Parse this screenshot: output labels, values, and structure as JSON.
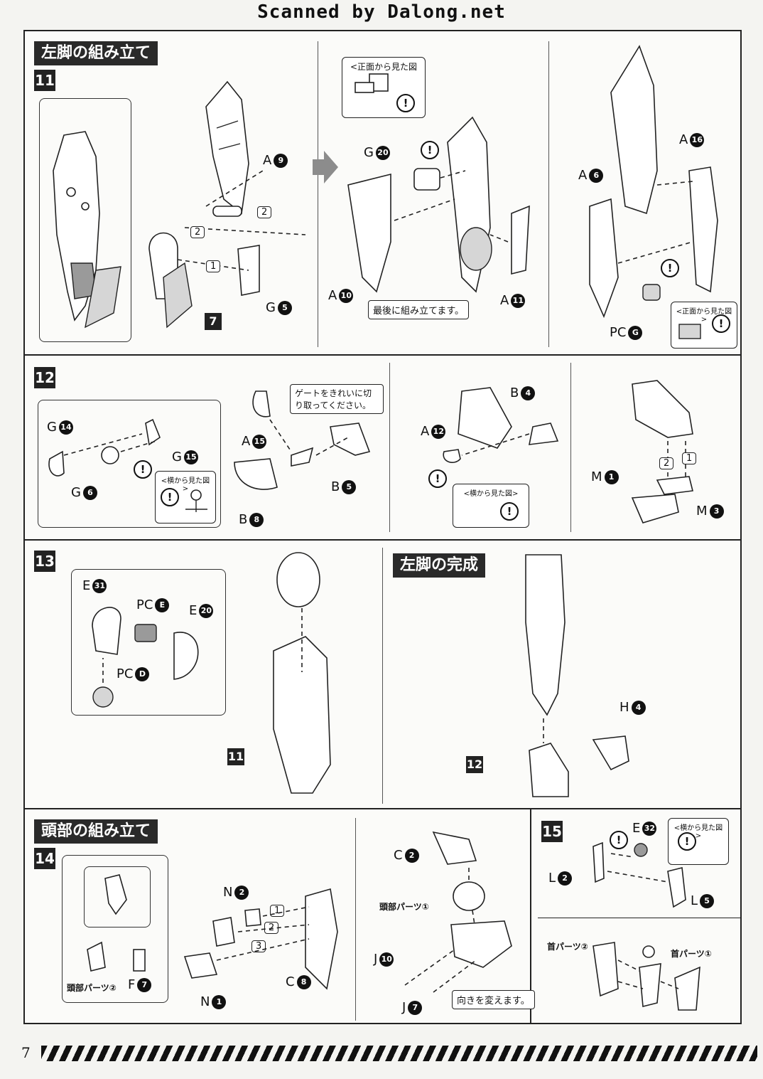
{
  "scan_credit": "Scanned by Dalong.net",
  "page_number": "7",
  "sections": {
    "left_leg_assembly": "左脚の組み立て",
    "left_leg_complete": "左脚の完成",
    "head_assembly": "頭部の組み立て"
  },
  "steps": {
    "s11": "11",
    "s12": "12",
    "s13": "13",
    "s14": "14",
    "s15": "15"
  },
  "notes": {
    "front_view": "<正面から見た図>",
    "side_view": "<横から見た図>",
    "assemble_last": "最後に組み立てます。",
    "cut_gate": "ゲートをきれいに切り取ってください。",
    "change_direction": "向きを変えます。",
    "head_parts_1": "頭部パーツ①",
    "head_parts_2": "頭部パーツ②",
    "neck_parts_1": "首パーツ①",
    "neck_parts_2": "首パーツ②",
    "warning": "!"
  },
  "step_refs": {
    "ref7": "7",
    "ref11": "11",
    "ref12": "12"
  },
  "order_marks": [
    "1",
    "2",
    "3"
  ],
  "parts": {
    "A9": {
      "runner": "A",
      "num": "9"
    },
    "G5": {
      "runner": "G",
      "num": "5"
    },
    "G20": {
      "runner": "G",
      "num": "20"
    },
    "A10": {
      "runner": "A",
      "num": "10"
    },
    "A11": {
      "runner": "A",
      "num": "11"
    },
    "A16": {
      "runner": "A",
      "num": "16"
    },
    "A6": {
      "runner": "A",
      "num": "6"
    },
    "PCG": {
      "runner": "PC",
      "num": "G"
    },
    "G14": {
      "runner": "G",
      "num": "14"
    },
    "G15": {
      "runner": "G",
      "num": "15"
    },
    "G6": {
      "runner": "G",
      "num": "6"
    },
    "A15": {
      "runner": "A",
      "num": "15"
    },
    "B5": {
      "runner": "B",
      "num": "5"
    },
    "B8": {
      "runner": "B",
      "num": "8"
    },
    "B4": {
      "runner": "B",
      "num": "4"
    },
    "A12": {
      "runner": "A",
      "num": "12"
    },
    "M1": {
      "runner": "M",
      "num": "1"
    },
    "M3": {
      "runner": "M",
      "num": "3"
    },
    "E31": {
      "runner": "E",
      "num": "31"
    },
    "PCE": {
      "runner": "PC",
      "num": "E"
    },
    "E20": {
      "runner": "E",
      "num": "20"
    },
    "PCD": {
      "runner": "PC",
      "num": "D"
    },
    "H4": {
      "runner": "H",
      "num": "4"
    },
    "N2": {
      "runner": "N",
      "num": "2"
    },
    "N1": {
      "runner": "N",
      "num": "1"
    },
    "C8": {
      "runner": "C",
      "num": "8"
    },
    "F7": {
      "runner": "F",
      "num": "7"
    },
    "C2": {
      "runner": "C",
      "num": "2"
    },
    "J10": {
      "runner": "J",
      "num": "10"
    },
    "J7": {
      "runner": "J",
      "num": "7"
    },
    "E32": {
      "runner": "E",
      "num": "32"
    },
    "L2": {
      "runner": "L",
      "num": "2"
    },
    "L5": {
      "runner": "L",
      "num": "5"
    }
  }
}
